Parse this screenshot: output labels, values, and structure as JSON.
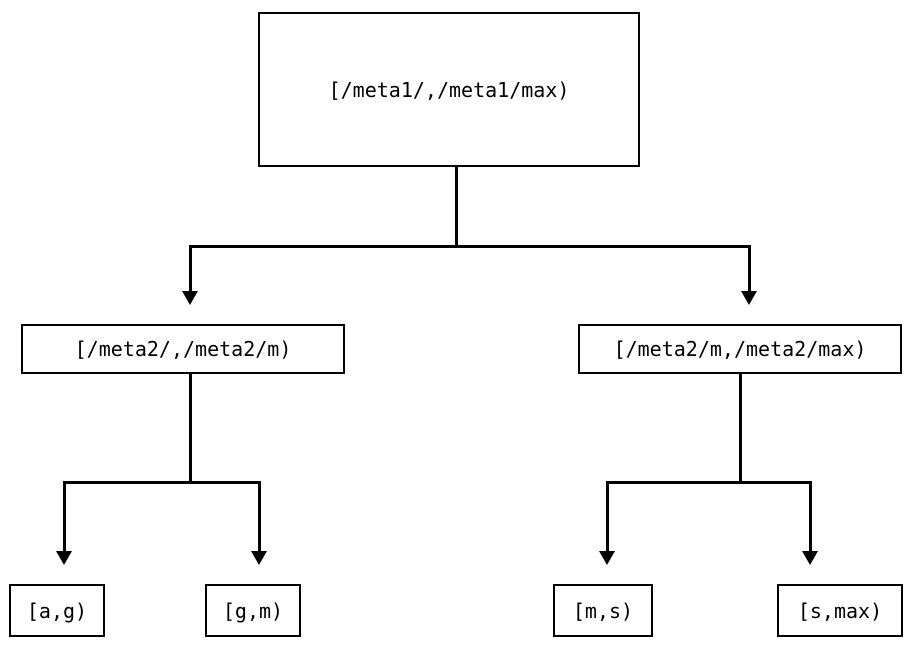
{
  "diagram": {
    "type": "tree",
    "orientation": "top-down",
    "background_color": "#ffffff",
    "line_color": "#000000",
    "node_fill_color": "#ffffff",
    "node_border_color": "#000000",
    "levels": 3,
    "nodes": [
      {
        "id": "root",
        "label": "[/meta1/,/meta1/max)",
        "level": 0,
        "children": [
          "l2-left",
          "l2-right"
        ]
      },
      {
        "id": "l2-left",
        "label": "[/meta2/,/meta2/m)",
        "level": 1,
        "children": [
          "leaf-ag",
          "leaf-gm"
        ]
      },
      {
        "id": "l2-right",
        "label": "[/meta2/m,/meta2/max)",
        "level": 1,
        "children": [
          "leaf-ms",
          "leaf-smax"
        ]
      },
      {
        "id": "leaf-ag",
        "label": "[a,g)",
        "level": 2,
        "children": []
      },
      {
        "id": "leaf-gm",
        "label": "[g,m)",
        "level": 2,
        "children": []
      },
      {
        "id": "leaf-ms",
        "label": "[m,s)",
        "level": 2,
        "children": []
      },
      {
        "id": "leaf-smax",
        "label": "[s,max)",
        "level": 2,
        "children": []
      }
    ],
    "edges": [
      {
        "from": "root",
        "to": "l2-left",
        "arrow": "down-triangle"
      },
      {
        "from": "root",
        "to": "l2-right",
        "arrow": "down-triangle"
      },
      {
        "from": "l2-left",
        "to": "leaf-ag",
        "arrow": "down-triangle"
      },
      {
        "from": "l2-left",
        "to": "leaf-gm",
        "arrow": "down-triangle"
      },
      {
        "from": "l2-right",
        "to": "leaf-ms",
        "arrow": "down-triangle"
      },
      {
        "from": "l2-right",
        "to": "leaf-smax",
        "arrow": "down-triangle"
      }
    ]
  }
}
